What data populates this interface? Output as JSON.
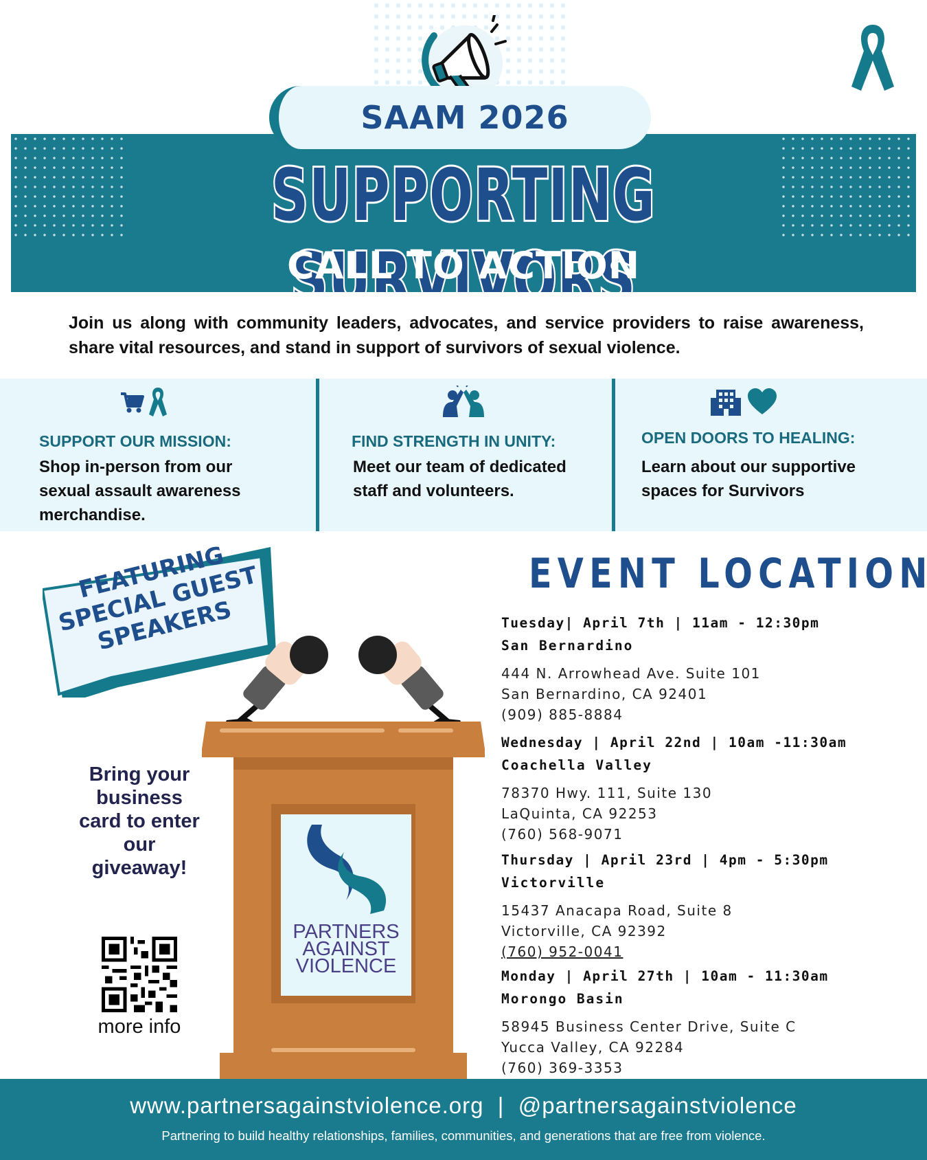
{
  "header": {
    "pill_text": "SAAM 2026",
    "headline": "SUPPORTING SURVIVORS",
    "subheadline": "CALL TO ACTION"
  },
  "intro": "Join us along with community leaders, advocates, and service providers to raise awareness, share vital resources, and stand in support of survivors of sexual violence.",
  "panels": [
    {
      "icons": [
        "shopping-cart-icon",
        "awareness-ribbon-icon"
      ],
      "title": "SUPPORT OUR MISSION:",
      "body": "Shop in-person from our sexual assault awareness merchandise."
    },
    {
      "icons": [
        "high-five-icon"
      ],
      "title": "FIND STRENGTH IN UNITY:",
      "body": "Meet our team of dedicated staff and volunteers."
    },
    {
      "icons": [
        "building-icon",
        "heart-icon"
      ],
      "title": "OPEN DOORS TO HEALING:",
      "body": "Learn about our supportive spaces for Survivors"
    }
  ],
  "featuring": "FEATURING SPECIAL GUEST SPEAKERS",
  "giveaway": "Bring your business card to enter our giveaway!",
  "more_info": "more info",
  "logo": {
    "line1": "PARTNERS",
    "line2": "AGAINST",
    "line3": "VIOLENCE"
  },
  "events": {
    "title": "EVENT LOCATIONS",
    "items": [
      {
        "date": "Tuesday| April 7th | 11am - 12:30pm",
        "city": "San Bernardino",
        "address1": "444 N. Arrowhead Ave. Suite 101",
        "address2": "San Bernardino, CA 92401",
        "phone": "(909) 885-8884"
      },
      {
        "date": "Wednesday | April 22nd | 10am -11:30am",
        "city": "Coachella Valley",
        "address1": "78370 Hwy. 111, Suite 130",
        "address2": "LaQuinta, CA 92253",
        "phone": "(760) 568-9071"
      },
      {
        "date": "Thursday | April 23rd | 4pm - 5:30pm",
        "city": "Victorville",
        "address1": "15437 Anacapa Road, Suite 8",
        "address2": "Victorville, CA 92392",
        "phone": "(760) 952-0041"
      },
      {
        "date": "Monday | April 27th | 10am - 11:30am",
        "city": "Morongo Basin",
        "address1": "58945 Business Center Drive, Suite C",
        "address2": "Yucca Valley, CA 92284",
        "phone": "(760) 369-3353"
      }
    ]
  },
  "footer": {
    "links": "www.partnersagainstviolence.org  |  @partnersagainstviolence",
    "tagline": "Partnering to build healthy relationships, families, communities, and generations that are free from violence."
  },
  "colors": {
    "teal": "#1a7a8e",
    "navy": "#1f4e8c",
    "light_blue": "#e8f7fc",
    "podium_wood": "#c97f3d",
    "logo_purple": "#4a3f86"
  }
}
